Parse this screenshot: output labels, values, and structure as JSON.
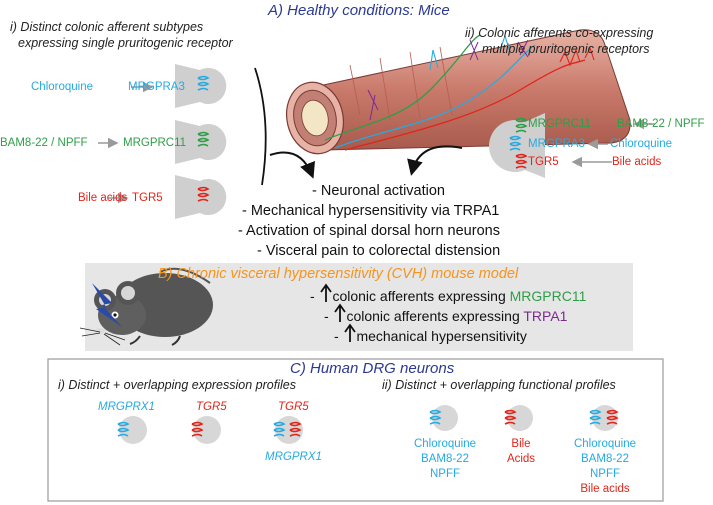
{
  "section_a": {
    "title": "A) Healthy conditions: Mice",
    "left_title_1": "i) Distinct colonic afferent subtypes",
    "left_title_2": "expressing single pruritogenic receptor",
    "right_title_1": "ii) Colonic afferents co-expressing",
    "right_title_2": "multiple pruritogenic receptors",
    "left_rows": [
      {
        "ligand": "Chloroquine",
        "receptor": "MRGPRA3"
      },
      {
        "ligand": "BAM8-22 / NPFF",
        "receptor": "MRGPRC11"
      },
      {
        "ligand": "Bile acids",
        "receptor": "TGR5"
      }
    ],
    "right_rows": [
      {
        "receptor": "MRGPRC11",
        "ligand": "BAM8-22 / NPFF"
      },
      {
        "receptor": "MRGPRA3",
        "ligand": "Chloroquine"
      },
      {
        "receptor": "TGR5",
        "ligand": "Bile acids"
      }
    ],
    "outcomes": [
      "- Neuronal activation",
      "- Mechanical hypersensitivity via TRPA1",
      "- Activation of spinal dorsal horn neurons",
      "- Visceral pain to colorectal distension"
    ]
  },
  "section_b": {
    "title": "B) Chronic visceral hypersensitivity (CVH) mouse model",
    "line1_prefix": "- ",
    "line1_text": " colonic afferents expressing ",
    "line1_highlight": "MRGPRC11",
    "line2_prefix": "- ",
    "line2_text": " colonic afferents expressing ",
    "line2_highlight": "TRPA1",
    "line3_prefix": "- ",
    "line3_text": " mechanical hypersensitivity"
  },
  "section_c": {
    "title": "C) Human DRG neurons",
    "left_title": "i) Distinct + overlapping expression profiles",
    "right_title": "ii) Distinct + overlapping functional profiles",
    "expr": [
      {
        "top": "MRGPRX1"
      },
      {
        "top": "TGR5"
      },
      {
        "top": "TGR5",
        "bottom": "MRGPRX1"
      }
    ],
    "func": [
      {
        "lines": [
          "Chloroquine",
          "BAM8-22",
          "NPFF"
        ]
      },
      {
        "lines": [
          "Bile",
          "Acids"
        ]
      },
      {
        "lines": [
          "Chloroquine",
          "BAM8-22",
          "NPFF"
        ],
        "extra": "Bile acids"
      }
    ]
  },
  "colors": {
    "cyan": "#27aae1",
    "green": "#2e9e48",
    "red": "#e1251b",
    "purple": "#7b2b90",
    "orange": "#f7941d",
    "navy": "#2b3990",
    "panel_gray": "#e6e6e6"
  }
}
